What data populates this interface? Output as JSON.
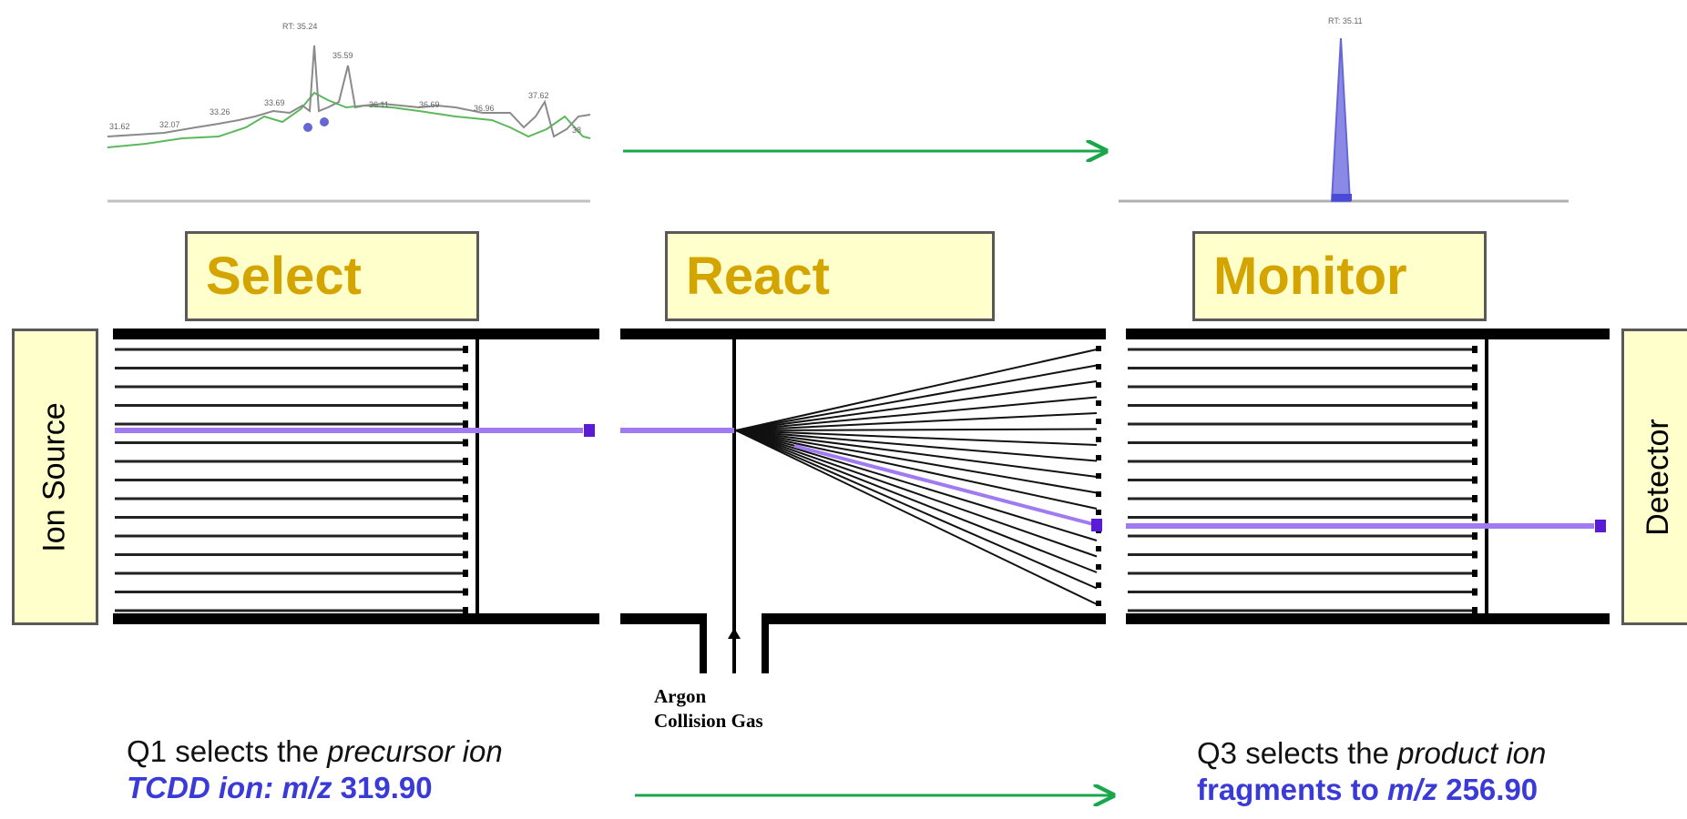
{
  "colors": {
    "box_fill": "#ffffcc",
    "box_border": "#595959",
    "stage_label": "#d4a400",
    "ion_path": "#a07af0",
    "ion_marker": "#5a1bd6",
    "arrow": "#1aa64a",
    "highlight_text": "#3a3ad8",
    "spectrum_trace": "#8a8a8a",
    "spectrum_green": "#5cb85c",
    "spectrum_peak": "#6666d6"
  },
  "stages": {
    "select": "Select",
    "react": "React",
    "monitor": "Monitor"
  },
  "side_labels": {
    "ion_source": "Ion Source",
    "detector": "Detector"
  },
  "gas": {
    "line1": "Argon",
    "line2": "Collision Gas"
  },
  "q1": {
    "line1_prefix": "Q1 selects the ",
    "line1_italic": "precursor ion",
    "line2_italic": "TCDD ion: m/z",
    "line2_value": " 319.90"
  },
  "q3": {
    "line1_prefix": "Q3 selects the ",
    "line1_italic": "product ion",
    "line2_prefix": "fragments to ",
    "line2_italic": "m/z",
    "line2_value": " 256.90"
  },
  "spectrum_left": {
    "peak_labels": [
      "31.62",
      "32.07",
      "33.26",
      "33.69",
      "RT: 35.24",
      "35.59",
      "36.11",
      "36.69",
      "36.96",
      "37.62",
      "38"
    ]
  },
  "spectrum_right": {
    "peak_labels": [
      "RT: 35.11"
    ]
  },
  "icons": {
    "flow_arrow": "arrow-right-icon",
    "ion_marker": "square-marker-icon"
  }
}
